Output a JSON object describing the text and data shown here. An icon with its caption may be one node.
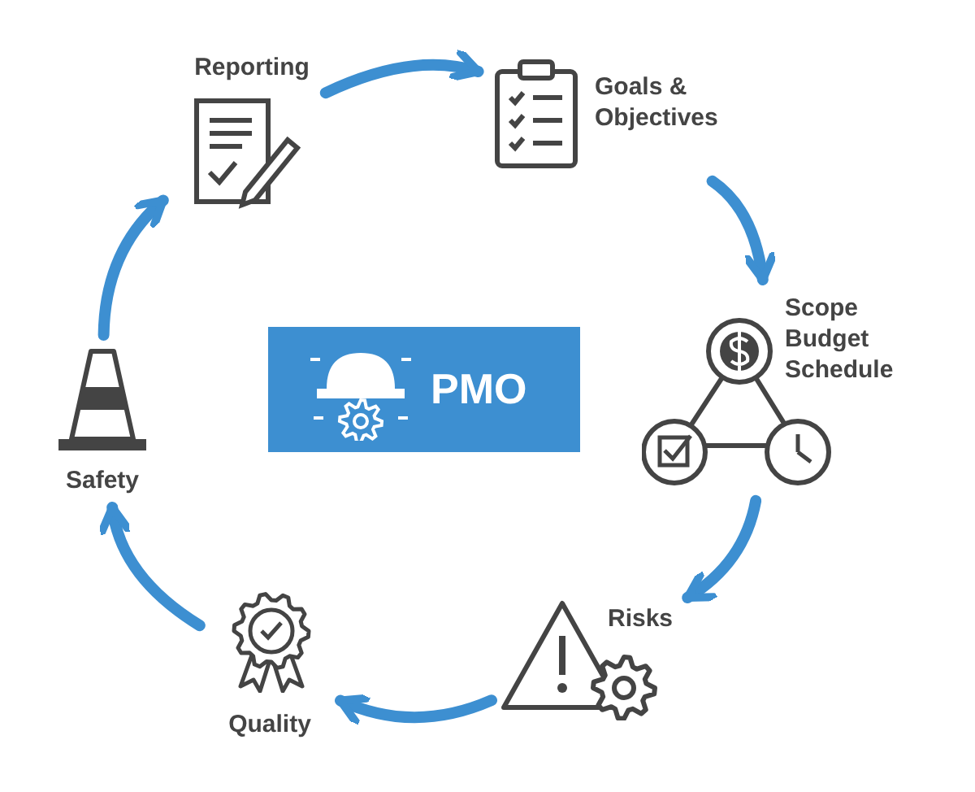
{
  "diagram": {
    "nodes": [
      {
        "text": [
          "Reporting"
        ]
      },
      {
        "text": [
          "Goals & Objectives"
        ]
      },
      {
        "text": [
          "Scope Budget Schedule"
        ]
      },
      {
        "text": [
          "Risks"
        ]
      },
      {
        "text": [
          "Quality"
        ]
      },
      {
        "text": [
          "Safety"
        ]
      },
      {
        "text": [
          "PMO"
        ]
      }
    ],
    "edges": [
      {
        "from": 0,
        "to": 1,
        "arrow": "to"
      },
      {
        "from": 1,
        "to": 2,
        "arrow": "to"
      },
      {
        "from": 2,
        "to": 3,
        "arrow": "to"
      },
      {
        "from": 3,
        "to": 4,
        "arrow": "to"
      },
      {
        "from": 4,
        "to": 5,
        "arrow": "to"
      },
      {
        "from": 5,
        "to": 0,
        "arrow": "to"
      }
    ]
  }
}
